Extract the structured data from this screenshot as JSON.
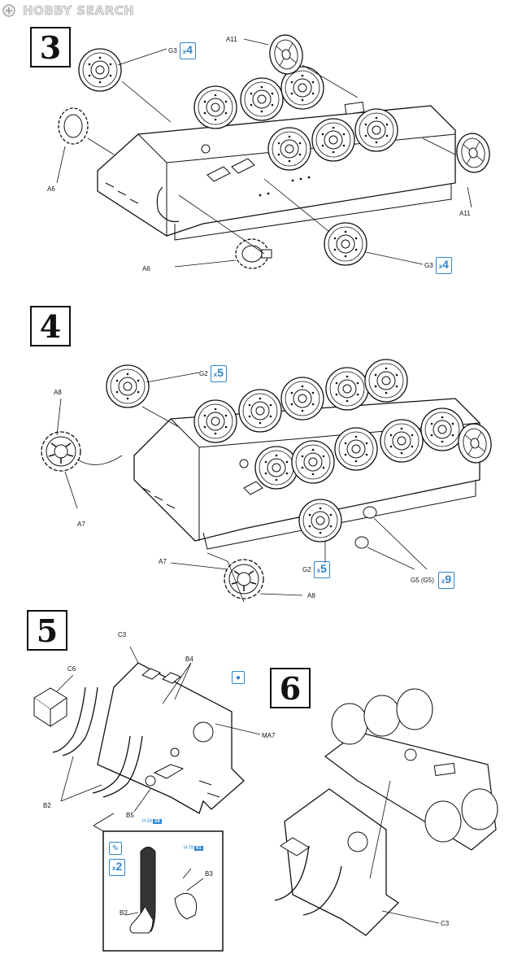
{
  "watermark": {
    "text": "HOBBY SEARCH",
    "icon": "hobbysearch-logo-icon"
  },
  "steps": [
    {
      "number": "3"
    },
    {
      "number": "4"
    },
    {
      "number": "5"
    },
    {
      "number": "6"
    }
  ],
  "step3": {
    "labels": {
      "a11_top": "A11",
      "a11_right": "A11",
      "a6_left": "A6",
      "a6_bottom": "A6",
      "g3_top": "G3",
      "g3_bottom": "G3"
    },
    "qty": {
      "g3_top": "4",
      "g3_bottom": "4"
    }
  },
  "step4": {
    "labels": {
      "g2_top": "G2",
      "a8_left": "A8",
      "a7_left": "A7",
      "a7_bottom": "A7",
      "a8_bottom": "A8",
      "g2_bottom": "G2",
      "g5": "G5 (G5)"
    },
    "qty": {
      "g2_top": "5",
      "g2_bottom": "5",
      "g5": "9"
    }
  },
  "step5": {
    "labels": {
      "c3": "C3",
      "b4": "B4",
      "c6": "C6",
      "ma7": "MA7",
      "b2": "B2",
      "b5": "B5",
      "inset_b3": "B3",
      "inset_b2": "B2"
    },
    "paint_refs": [
      {
        "code": "H",
        "num": "18",
        "swatch": "28"
      },
      {
        "code": "H",
        "num": "78",
        "swatch": "61"
      }
    ],
    "inset_qty": "2",
    "icons": [
      "glue-drop-icon",
      "paint-brush-icon"
    ]
  },
  "step6": {
    "labels": {
      "c3": "C3"
    }
  },
  "colors": {
    "accent": "#2f86d0",
    "line": "#111111"
  }
}
